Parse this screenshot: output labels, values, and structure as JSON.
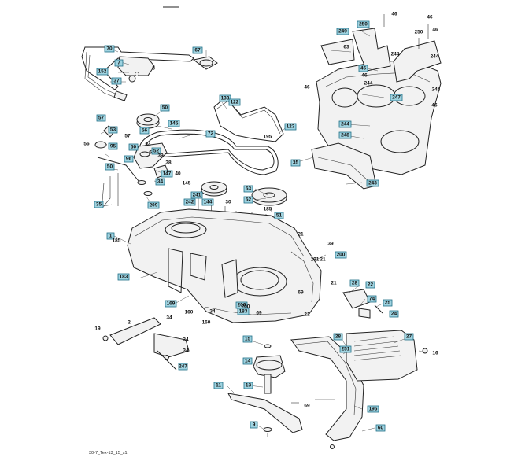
{
  "footer_code": "30-7_Tex-13_15_s1",
  "boxed_labels": [
    "249",
    "250",
    "70",
    "67",
    "7",
    "152",
    "37",
    "133",
    "122",
    "50",
    "57",
    "53",
    "145",
    "56",
    "72",
    "95",
    "50",
    "52",
    "96",
    "50",
    "147",
    "34",
    "123",
    "35",
    "244",
    "46",
    "247",
    "248",
    "243",
    "241",
    "242",
    "144",
    "53",
    "52",
    "51",
    "35",
    "209",
    "1",
    "200",
    "183",
    "169",
    "206",
    "183",
    "28",
    "22",
    "74",
    "25",
    "27",
    "251",
    "15",
    "14",
    "13",
    "9",
    "11",
    "60",
    "195",
    "28",
    "247",
    "24"
  ],
  "plain_labels": [
    "46",
    "46",
    "46",
    "250",
    "244",
    "244",
    "8",
    "63",
    "46",
    "244",
    "46",
    "244",
    "46",
    "40",
    "145",
    "56",
    "57",
    "84",
    "6",
    "39",
    "38",
    "30",
    "21",
    "21",
    "21",
    "195",
    "69",
    "34",
    "160",
    "160",
    "200",
    "69",
    "19",
    "2",
    "34",
    "34",
    "21",
    "16",
    "69",
    "191",
    "34",
    "39",
    "185",
    "185"
  ]
}
